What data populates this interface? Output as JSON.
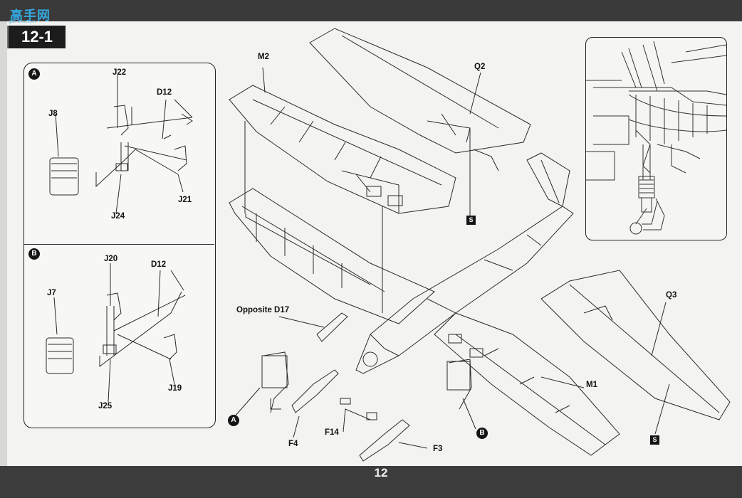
{
  "header": {
    "step": "12-1",
    "logo_text": "高手网",
    "logo_sub": "gao-shou.com"
  },
  "footer": {
    "page_number": "12"
  },
  "detail_a": {
    "marker": "A",
    "parts": {
      "j22": "J22",
      "d12": "D12",
      "j8": "J8",
      "j21": "J21",
      "j24": "J24"
    }
  },
  "detail_b": {
    "marker": "B",
    "parts": {
      "j20": "J20",
      "d12": "D12",
      "j7": "J7",
      "j19": "J19",
      "j25": "J25"
    }
  },
  "main": {
    "parts": {
      "m2": "M2",
      "q2": "Q2",
      "q3": "Q3",
      "m1": "M1",
      "opposite_d17": "Opposite D17",
      "f4": "F4",
      "f14": "F14",
      "f3": "F3"
    },
    "markers": {
      "a": "A",
      "b": "B"
    },
    "glue_symbol": "S"
  },
  "colors": {
    "ink": "#222222",
    "paper": "#f3f3f1",
    "bar": "#3a3a3a"
  }
}
